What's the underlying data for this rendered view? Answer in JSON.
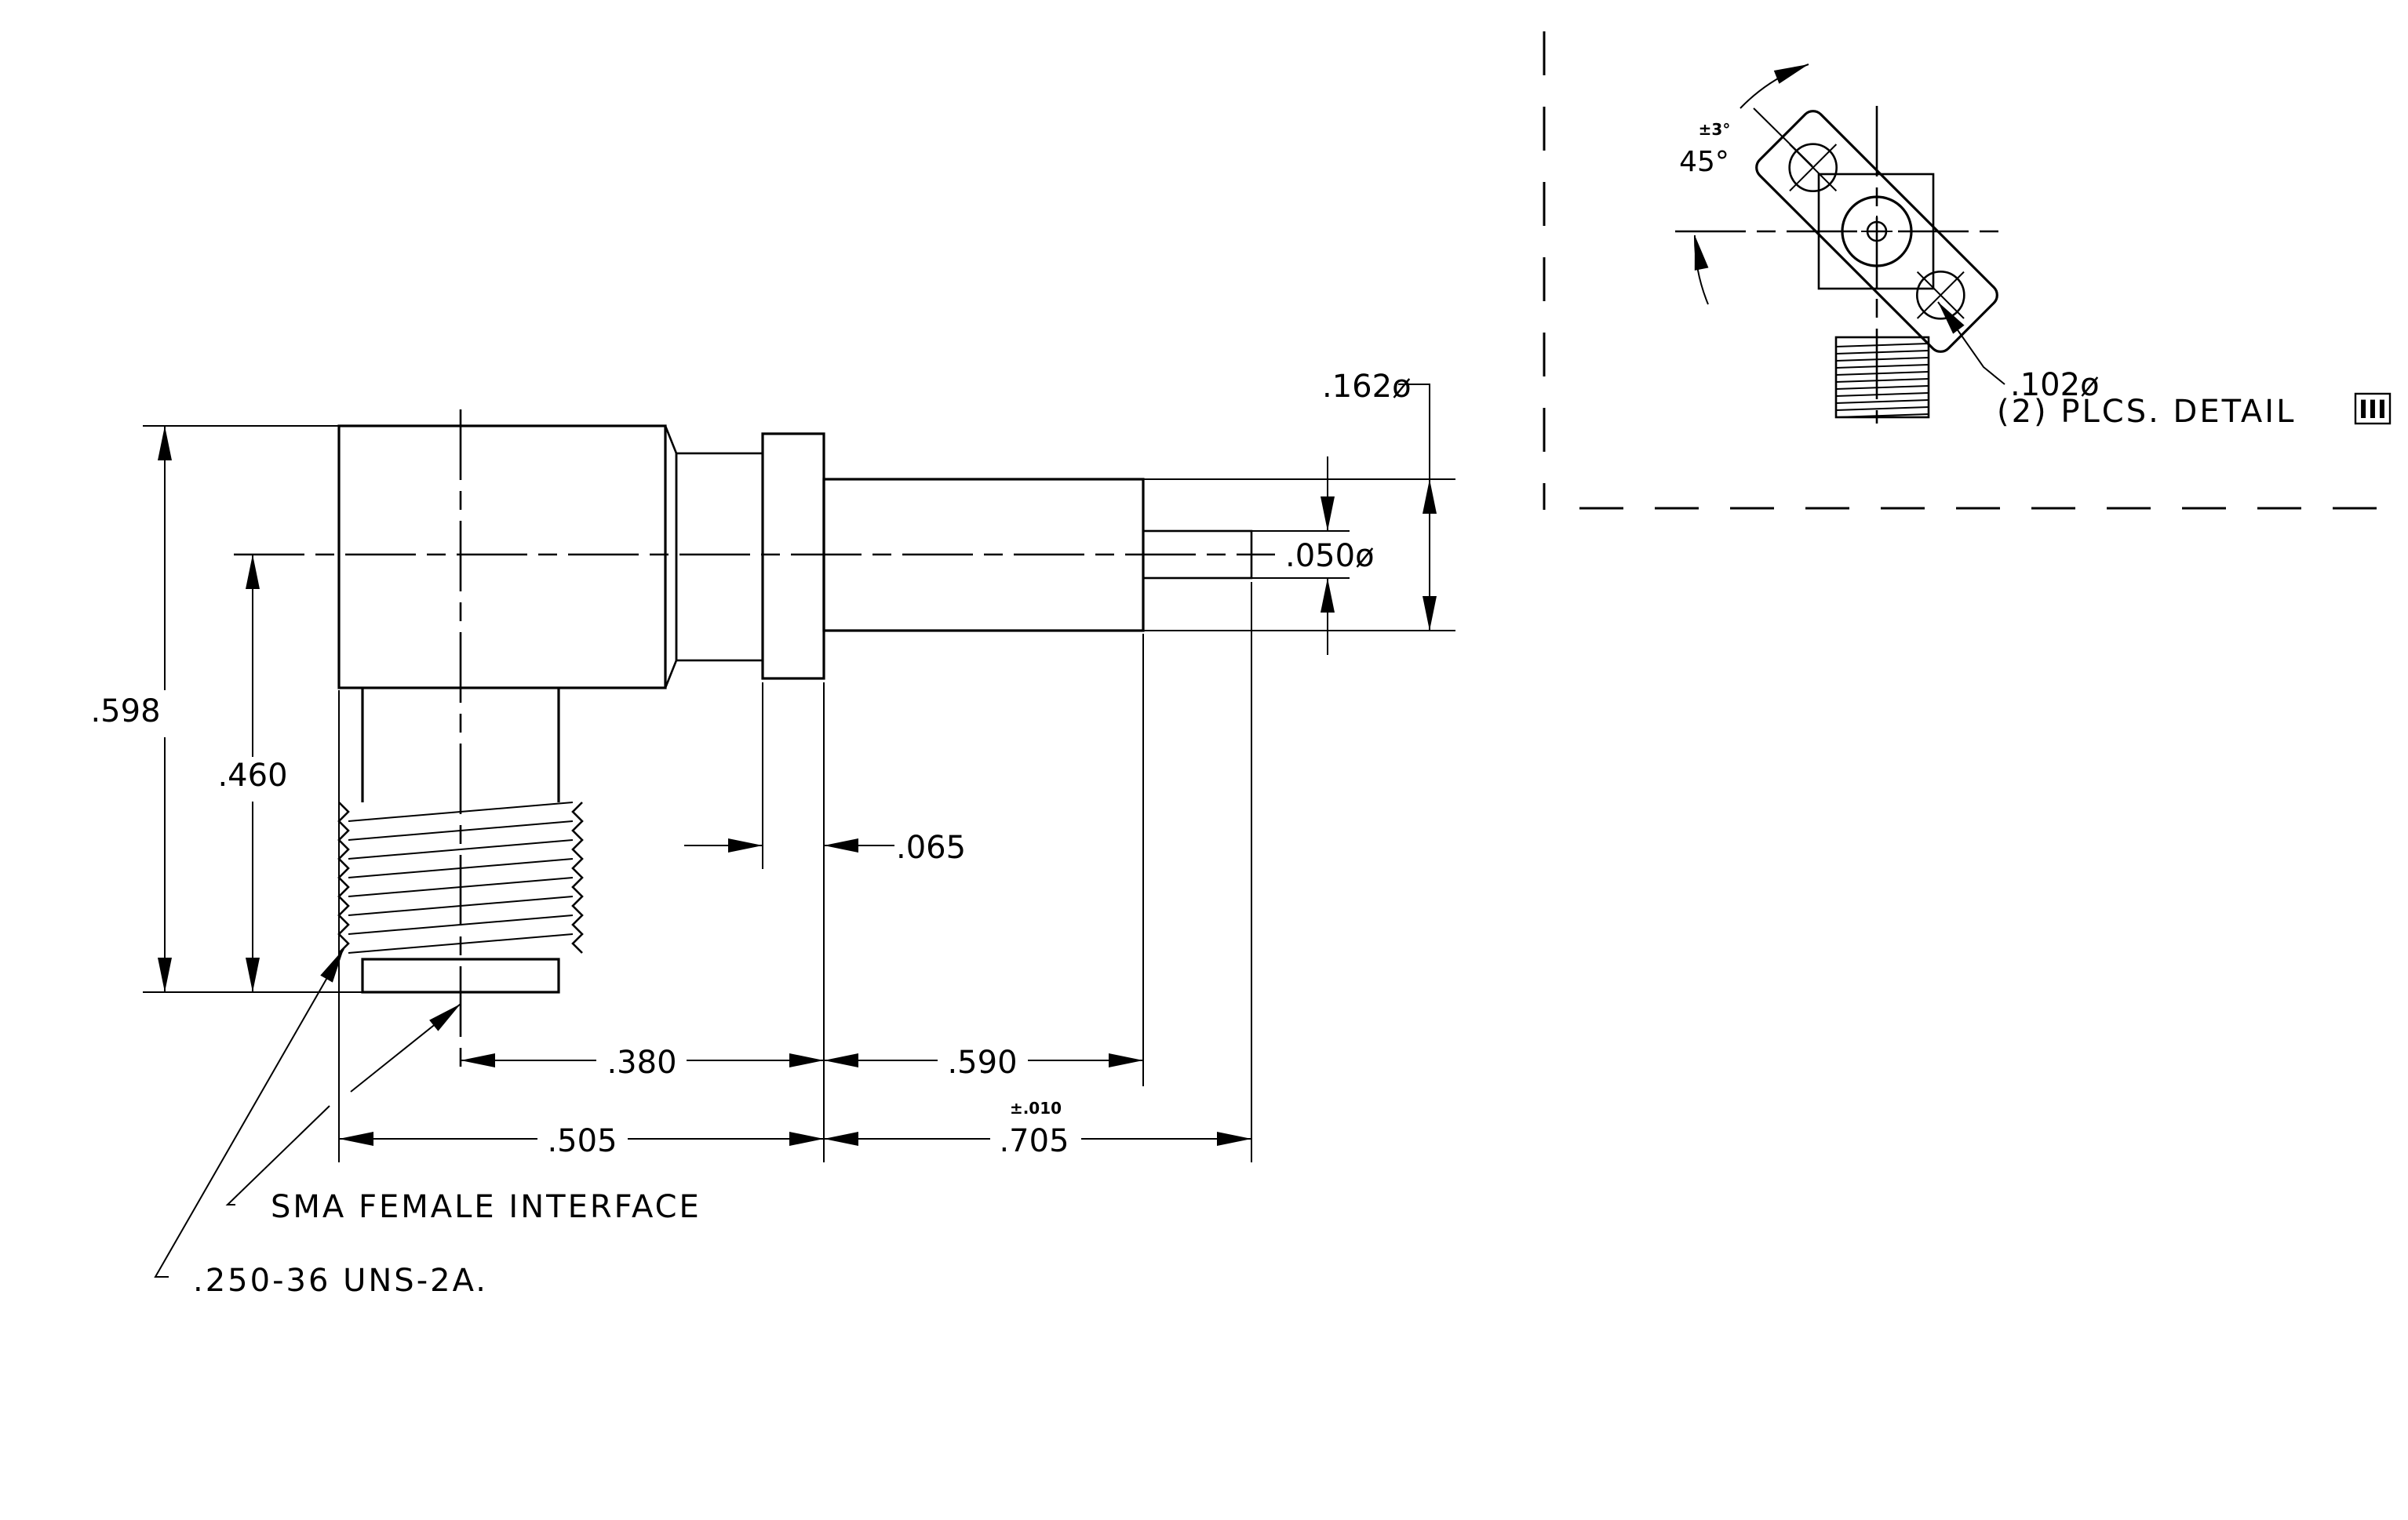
{
  "dimensions": {
    "overall_height": ".598",
    "center_height": ".460",
    "flange_thickness": ".065",
    "shaft_length": ".380",
    "body_length": ".590",
    "front_length": ".505",
    "pin_length": ".705",
    "pin_length_tolerance": "±.010",
    "body_diameter": ".162ø",
    "pin_diameter": ".050ø"
  },
  "notes": {
    "interface": "SMA FEMALE INTERFACE",
    "thread": ".250-36 UNS-2A."
  },
  "detail": {
    "angle": "45°",
    "angle_tolerance": "±3°",
    "hole_diameter": ".102ø",
    "places_note": "(2) PLCS. DETAIL",
    "detail_symbol": "III"
  }
}
